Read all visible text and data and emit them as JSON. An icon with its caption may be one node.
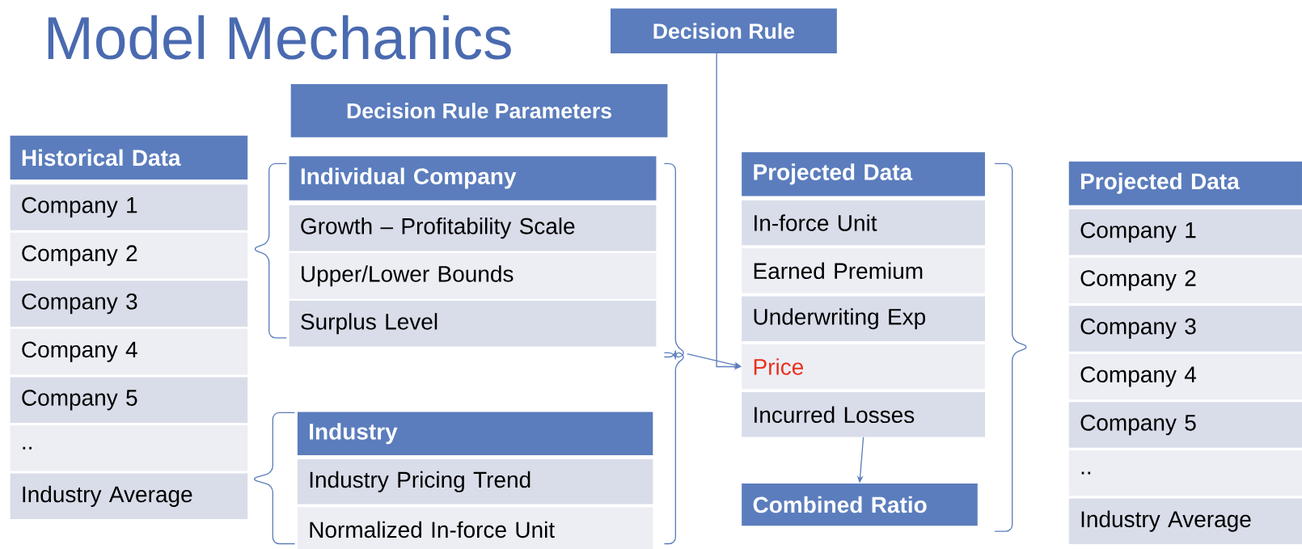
{
  "diagram": {
    "title": "Model Mechanics",
    "nodes": [
      {
        "text": [
          "Decision Rule"
        ]
      },
      {
        "text": [
          "Decision Rule Parameters"
        ]
      },
      {
        "text": [
          "Historical Data"
        ]
      },
      {
        "text": [
          "Company 1"
        ]
      },
      {
        "text": [
          "Company 2"
        ]
      },
      {
        "text": [
          "Company 3"
        ]
      },
      {
        "text": [
          "Company 4"
        ]
      },
      {
        "text": [
          "Company 5"
        ]
      },
      {
        "text": [
          ".."
        ]
      },
      {
        "text": [
          "Industry Average"
        ]
      },
      {
        "text": [
          "Individual Company"
        ]
      },
      {
        "text": [
          "Growth – Profitability Scale"
        ]
      },
      {
        "text": [
          "Upper/Lower Bounds"
        ]
      },
      {
        "text": [
          "Surplus Level"
        ]
      },
      {
        "text": [
          "Industry"
        ]
      },
      {
        "text": [
          "Industry Pricing Trend"
        ]
      },
      {
        "text": [
          "Normalized In-force Unit"
        ]
      },
      {
        "text": [
          "Projected Data"
        ]
      },
      {
        "text": [
          "In-force Unit"
        ]
      },
      {
        "text": [
          "Earned Premium"
        ]
      },
      {
        "text": [
          "Underwriting Exp"
        ]
      },
      {
        "text": [
          "Price"
        ]
      },
      {
        "text": [
          "Incurred Losses"
        ]
      },
      {
        "text": [
          "Combined Ratio"
        ]
      },
      {
        "text": [
          "Projected Data"
        ]
      },
      {
        "text": [
          "Company 1"
        ]
      },
      {
        "text": [
          "Company 2"
        ]
      },
      {
        "text": [
          "Company 3"
        ]
      },
      {
        "text": [
          "Company 4"
        ]
      },
      {
        "text": [
          "Company 5"
        ]
      },
      {
        "text": [
          ".."
        ]
      },
      {
        "text": [
          "Industry Average"
        ]
      },
      {
        "text": [],
        "shape": "bracket"
      }
    ],
    "edges": [
      {
        "from": 0,
        "to": 21,
        "arrow": "to"
      },
      {
        "from": 32,
        "to": 21,
        "arrow": "to"
      },
      {
        "from": 22,
        "to": 23,
        "arrow": "to"
      }
    ]
  }
}
